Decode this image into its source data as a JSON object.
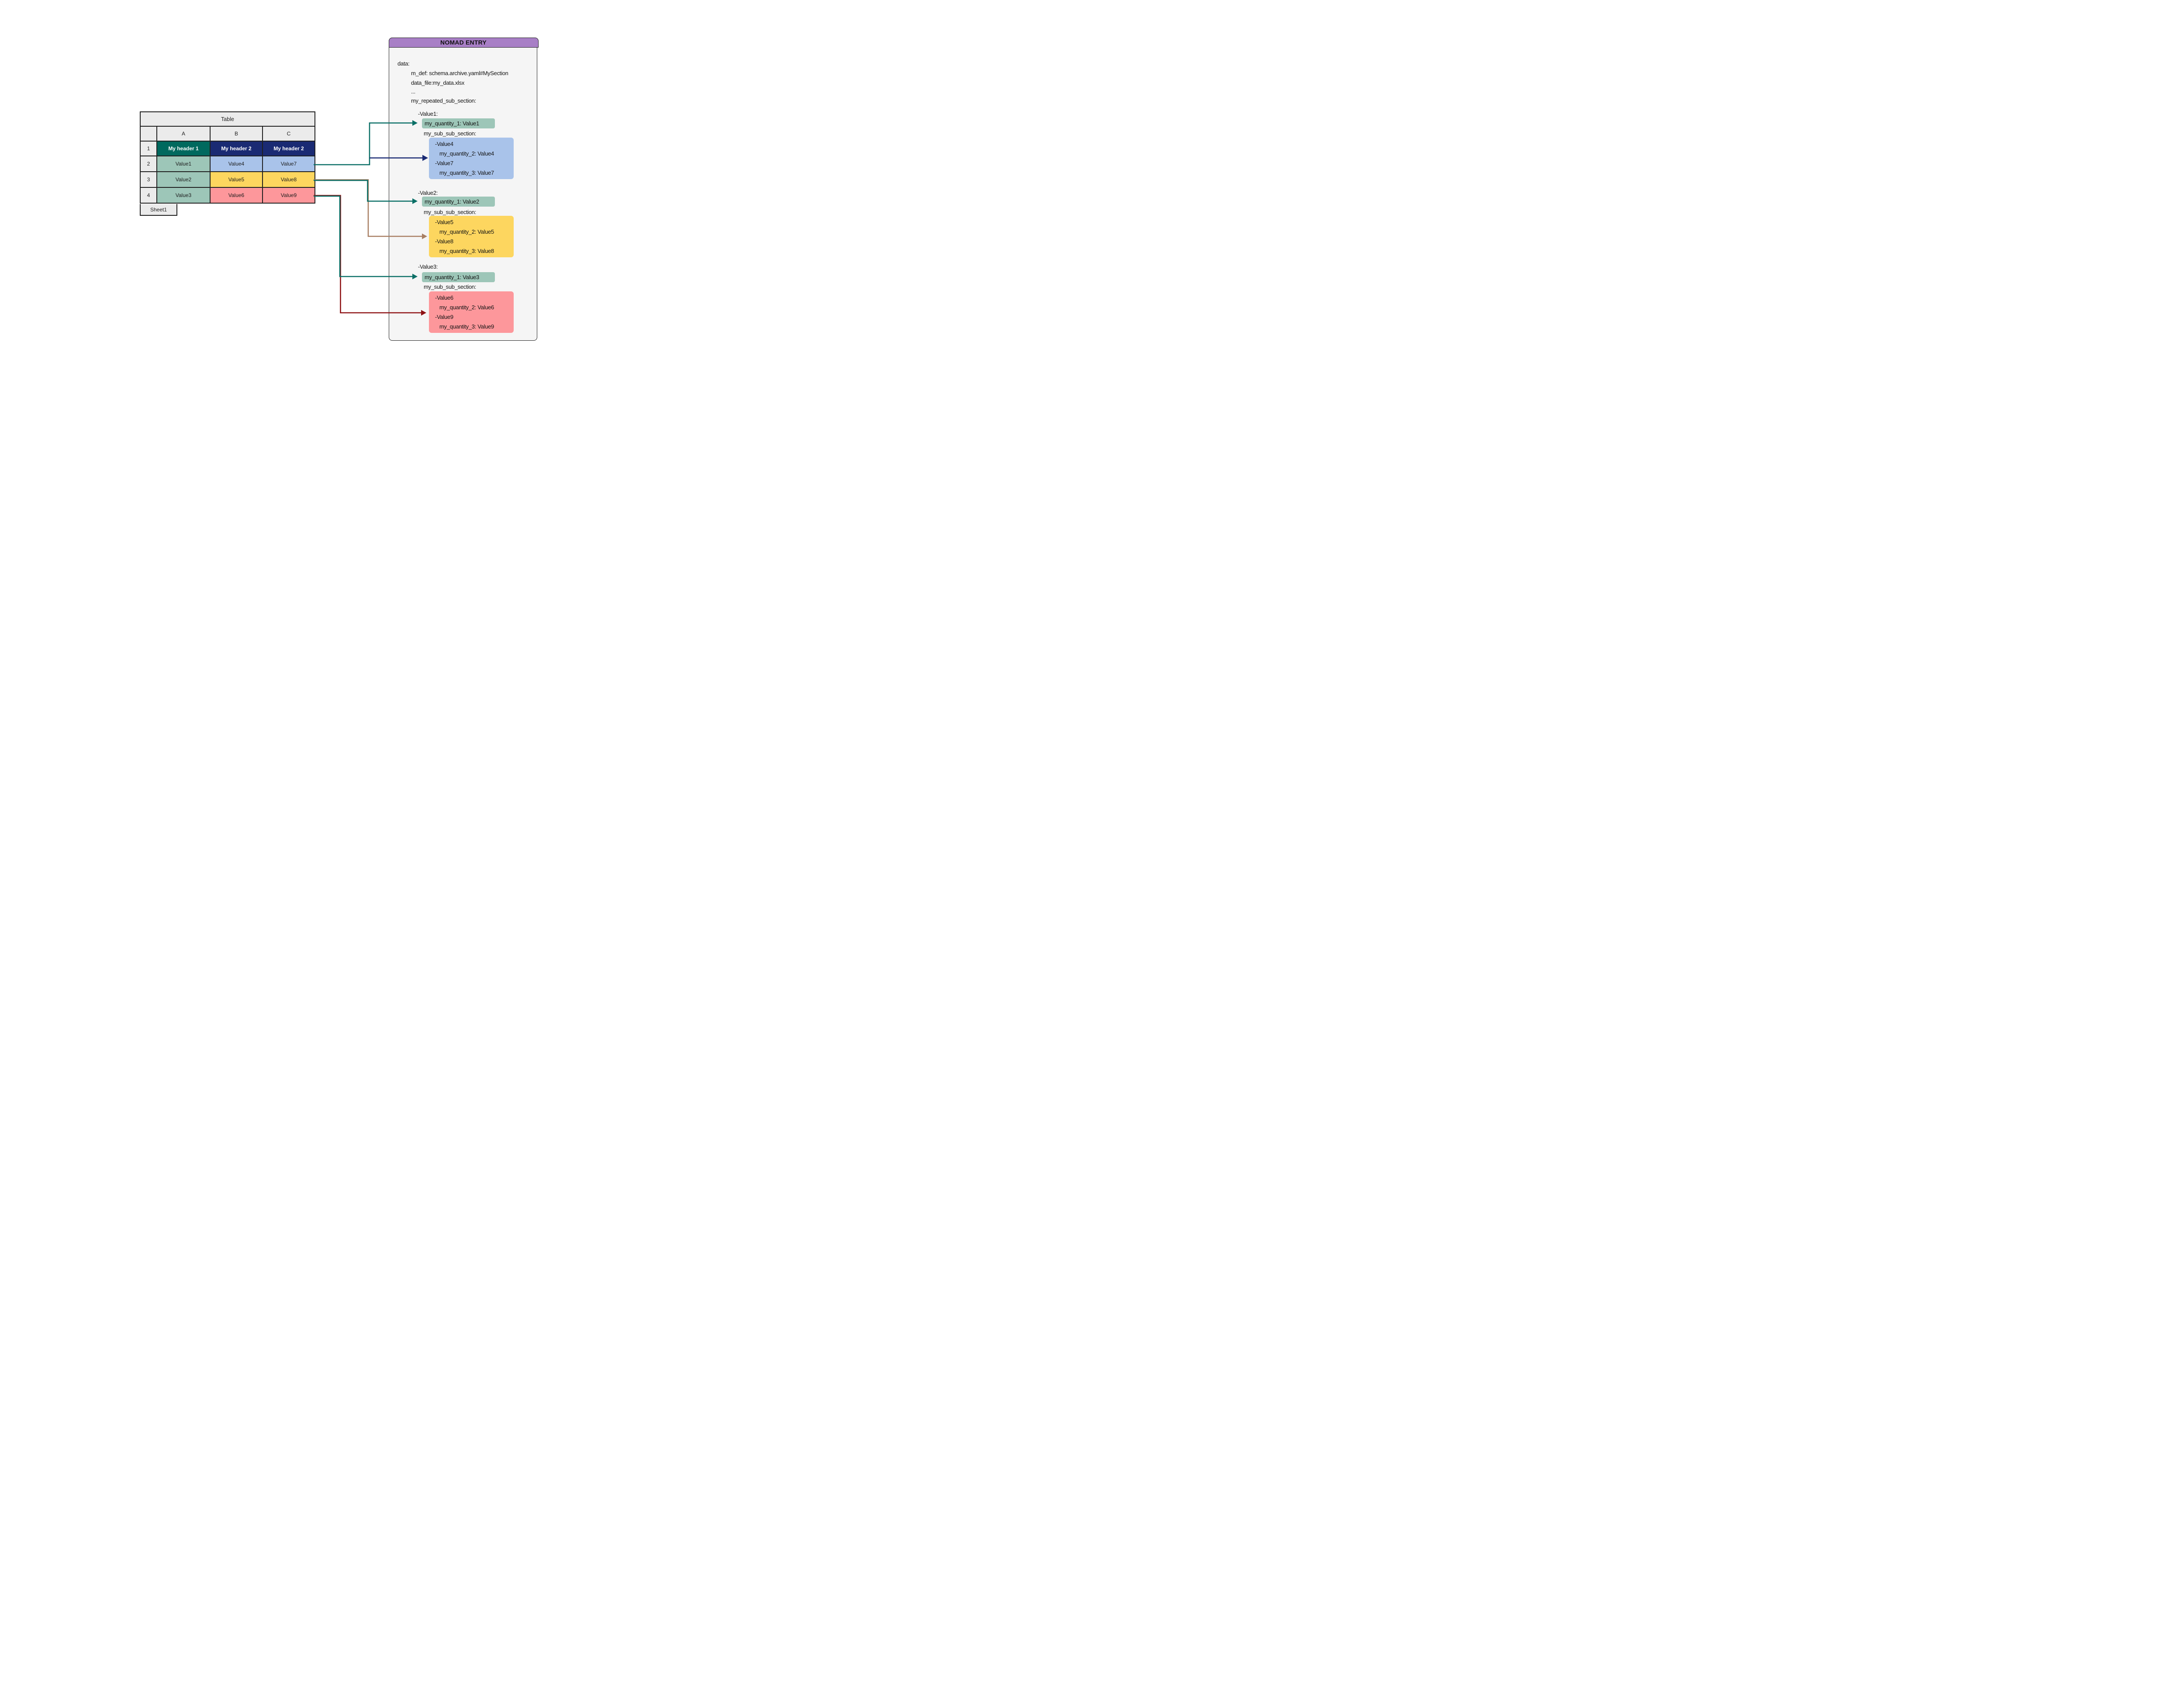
{
  "table": {
    "title": "Table",
    "sheet_tab": "Sheet1",
    "column_headers": [
      "A",
      "B",
      "C"
    ],
    "rows": [
      {
        "num": "1",
        "cells": [
          {
            "text": "My header 1",
            "bg": "#00695e",
            "fg": "#ffffff"
          },
          {
            "text": "My header 2",
            "bg": "#1a2a73",
            "fg": "#ffffff"
          },
          {
            "text": "My header 2",
            "bg": "#1a2a73",
            "fg": "#ffffff"
          }
        ]
      },
      {
        "num": "2",
        "cells": [
          {
            "text": "Value1",
            "bg": "#9dc6b8",
            "fg": "#1a1a1a"
          },
          {
            "text": "Value4",
            "bg": "#a9c3ea",
            "fg": "#1a1a1a"
          },
          {
            "text": "Value7",
            "bg": "#a9c3ea",
            "fg": "#1a1a1a"
          }
        ]
      },
      {
        "num": "3",
        "cells": [
          {
            "text": "Value2",
            "bg": "#9dc6b8",
            "fg": "#1a1a1a"
          },
          {
            "text": "Value5",
            "bg": "#fdd65f",
            "fg": "#1a1a1a"
          },
          {
            "text": "Value8",
            "bg": "#fdd65f",
            "fg": "#1a1a1a"
          }
        ]
      },
      {
        "num": "4",
        "cells": [
          {
            "text": "Value3",
            "bg": "#9dc6b8",
            "fg": "#1a1a1a"
          },
          {
            "text": "Value6",
            "bg": "#fd979b",
            "fg": "#1a1a1a"
          },
          {
            "text": "Value9",
            "bg": "#fd979b",
            "fg": "#1a1a1a"
          }
        ]
      }
    ]
  },
  "panel": {
    "title": "NOMAD ENTRY",
    "header_bg": "#a87fc6",
    "body_bg": "#f5f5f5",
    "quantity_box_bg": "#9dc6b8",
    "lines": {
      "data": "data:",
      "m_def": "m_def: schema.archive.yaml#MySection",
      "data_file": "data_file:my_data.xlsx",
      "ellipsis": "...",
      "repeated": "my_repeated_sub_section:"
    },
    "sections": [
      {
        "header": "-Value1:",
        "quantity": "my_quantity_1: Value1",
        "sub_label": "my_sub_sub_section:",
        "box_bg": "#a9c3ea",
        "box_lines": [
          "-Value4",
          "my_quantity_2: Value4",
          "-Value7",
          "my_quantity_3: Value7"
        ]
      },
      {
        "header": "-Value2:",
        "quantity": "my_quantity_1: Value2",
        "sub_label": "my_sub_sub_section:",
        "box_bg": "#fdd65f",
        "box_lines": [
          "-Value5",
          "my_quantity_2: Value5",
          "-Value8",
          "my_quantity_3: Value8"
        ]
      },
      {
        "header": "-Value3:",
        "quantity": "my_quantity_1: Value3",
        "sub_label": "my_sub_sub_section:",
        "box_bg": "#fd979b",
        "box_lines": [
          "-Value6",
          "my_quantity_2: Value6",
          "-Value9",
          "my_quantity_3: Value9"
        ]
      }
    ]
  },
  "arrows": {
    "teal": "#0a6f66",
    "navy": "#1a2a73",
    "brown": "#a87f63",
    "dark_red": "#8e1114"
  }
}
